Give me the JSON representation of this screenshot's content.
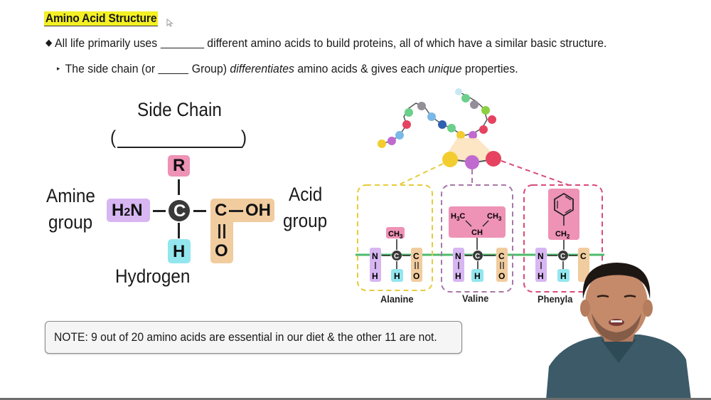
{
  "slide": {
    "title": "Amino Acid Structure",
    "bullet_1": {
      "marker": "◆",
      "text_before": "All life primarily uses",
      "text_after": "different amino acids to build proteins, all of which have a similar basic structure."
    },
    "bullet_2": {
      "marker": "▸",
      "text_before": "The side chain (or",
      "text_middle": "Group)",
      "italic_1": "differentiates",
      "text_mid2": "amino acids & gives each",
      "italic_2": "unique",
      "text_end": "properties."
    },
    "note": "NOTE: 9 out of 20 amino acids are essential in our diet & the other 11 are not."
  },
  "structure_diagram": {
    "side_chain_label": "Side Chain",
    "paren_open": "(",
    "paren_close": ")",
    "amine_label_1": "Amine",
    "amine_label_2": "group",
    "acid_label_1": "Acid",
    "acid_label_2": "group",
    "hydrogen_label": "Hydrogen",
    "atoms": {
      "r": "R",
      "h2n_h": "H",
      "h2n_sub": "2",
      "h2n_n": "N",
      "c_alpha": "C",
      "h": "H",
      "c_acid": "C",
      "oh": "OH",
      "o": "O"
    },
    "colors": {
      "r_box": "#ee92b6",
      "amine_box": "#d7b6f2",
      "h_box": "#93e6ee",
      "acid_box": "#f1cc9f",
      "alpha_carbon": "#3a3a3a",
      "title_highlight": "#f4f024"
    }
  },
  "peptide_diagram": {
    "amino_acids": [
      {
        "name": "Alanine",
        "side_chain": "CH3",
        "border_color": "#e6cb3c"
      },
      {
        "name": "Valine",
        "side_chain_left": "H3C",
        "side_chain_right": "CH3",
        "side_chain_center": "CH",
        "border_color": "#a877a8"
      },
      {
        "name": "Phenyla",
        "side_chain": "CH2",
        "border_color": "#d94a78"
      }
    ],
    "backbone": {
      "n": "N",
      "h": "H",
      "c": "C",
      "o": "O"
    },
    "bead_colors": [
      "#f3cd30",
      "#c06ad0",
      "#7ab8e8",
      "#e54360",
      "#6ccf8a",
      "#938e98",
      "#7ab8e8",
      "#2f61b0",
      "#6ccf8a",
      "#f3cd30",
      "#c06ad0",
      "#e54360",
      "#e54360",
      "#8ad040",
      "#938e98",
      "#6ccf8a",
      "#c9e8f4"
    ]
  }
}
